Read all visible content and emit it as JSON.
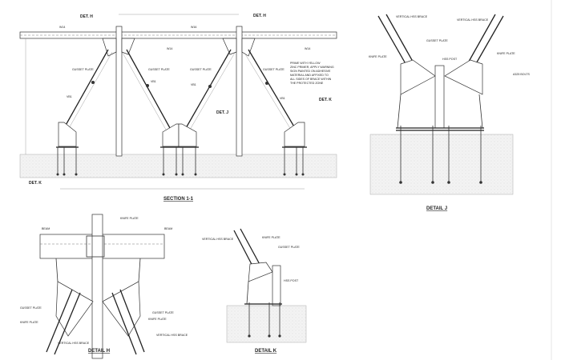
{
  "section": {
    "title": "SECTION 1-1",
    "det_h_left": "DET. H",
    "det_h_right": "DET. H",
    "det_j": "DET. J",
    "det_k_left": "DET. K",
    "det_k_right": "DET. K",
    "beam_left": "W14",
    "beam_mid": "W16",
    "beam_right": "W14",
    "column_label": "W14",
    "gusset_1": "GUSSET PLATE",
    "gusset_2": "GUSSET PLATE",
    "gusset_3": "GUSSET PLATE",
    "gusset_4": "GUSSET PLATE",
    "brace_1": "VB1",
    "brace_2": "VB1",
    "brace_3": "VB1",
    "brace_4": "VB1",
    "note": [
      "PRIME WITH YELLOW",
      "ZINC PRIMER, APPLY WARNING",
      "SIGN PAINTED ON ADHESIVE",
      "MATERIAL AND AFFIXED TO",
      "ALL SIDES OF BRACE WITHIN",
      "THE PROTECTED ZONE"
    ]
  },
  "detail_j": {
    "title": "DETAIL J",
    "brace_left": "VERTICAL HSS BRACE",
    "brace_right": "VERTICAL HSS BRACE",
    "gusset": "GUSSET PLATE",
    "knife_left": "KNIFE PLATE",
    "knife_right": "KNIFE PLATE",
    "hss_post": "HSS POST",
    "bolts": "A325 BOLTS"
  },
  "detail_h": {
    "title": "DETAIL H",
    "beam_left": "BEAM",
    "beam_right": "BEAM",
    "knife_top": "KNIFE PLATE",
    "gusset_left": "GUSSET PLATE",
    "gusset_right": "GUSSET PLATE",
    "knife_left": "KNIFE PLATE",
    "knife_right": "KNIFE PLATE",
    "brace_left": "VERTICAL HSS BRACE",
    "brace_right": "VERTICAL HSS BRACE"
  },
  "detail_k": {
    "title": "DETAIL K",
    "brace": "VERTICAL HSS BRACE",
    "knife": "KNIFE PLATE",
    "gusset": "GUSSET PLATE",
    "post": "HSS POST"
  }
}
